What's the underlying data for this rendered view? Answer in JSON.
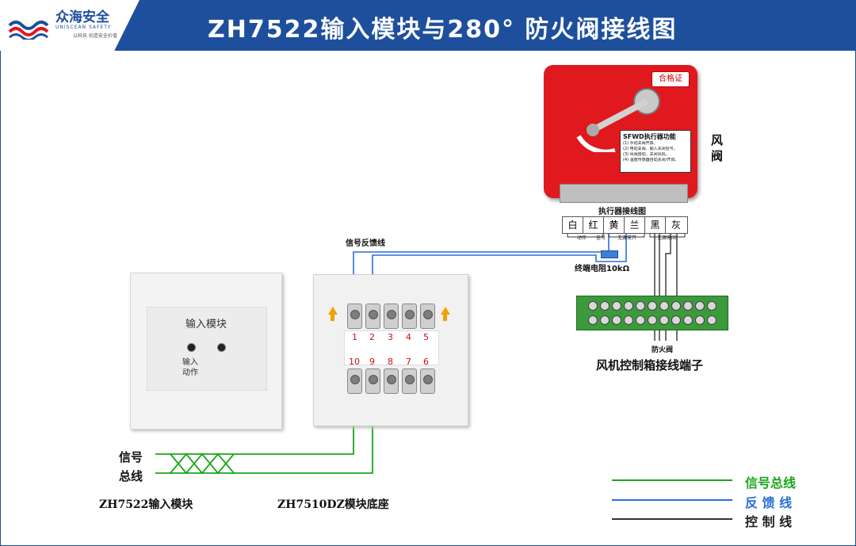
{
  "header": {
    "brand_name": "众海安全",
    "brand_en": "UNISCEAN SAFETY",
    "brand_slogan": "以科技 创造安全价值",
    "title": "ZH7522输入模块与280° 防火阀接线图",
    "color_bar": "#1d4f9c"
  },
  "input_module": {
    "panel_label": "输入模块",
    "led_label_1": "输入",
    "led_label_2": "动作",
    "caption": "ZH7522输入模块"
  },
  "base": {
    "caption": "ZH7510DZ模块底座",
    "top_numbers": [
      "1",
      "2",
      "3",
      "4",
      "5"
    ],
    "bottom_numbers": [
      "10",
      "9",
      "8",
      "7",
      "6"
    ]
  },
  "actuator": {
    "cert_label": "合格证",
    "card_title": "SFWD执行器功能",
    "card_lines": [
      "(1) 手动关阀开启。",
      "(2) 电动关阀、输入关闭信号。",
      "(3) 风阀连动、关闭风机。",
      "(4) 温度传感器自动关闭/开启。"
    ],
    "side_label_1": "风",
    "side_label_2": "阀",
    "wiring_title": "执行器接线图",
    "wire_colors": [
      "白",
      "红",
      "黄",
      "兰",
      "黑",
      "灰"
    ],
    "sub_action": "动作",
    "sub_signal": "信号",
    "sub_no": "无源常开",
    "sub_nc": "无源常闭",
    "resistor_label": "终端电阻10kΩ"
  },
  "signal_feedback_label": "信号反馈线",
  "bus_label_1": "信号",
  "bus_label_2": "总线",
  "control_box": {
    "small_label": "防火阀",
    "caption": "风机控制箱接线端子"
  },
  "legend": {
    "items": [
      {
        "label": "信号总线",
        "color": "#1aa51a"
      },
      {
        "label": "反 馈 线",
        "color": "#2b6fd6"
      },
      {
        "label": "控 制 线",
        "color": "#333333"
      }
    ]
  },
  "colors": {
    "signal_bus": "#1aa51a",
    "feedback": "#2b6fd6",
    "control": "#333333",
    "actuator_red": "#e0191f",
    "terminal_green": "#3b9a3b"
  }
}
